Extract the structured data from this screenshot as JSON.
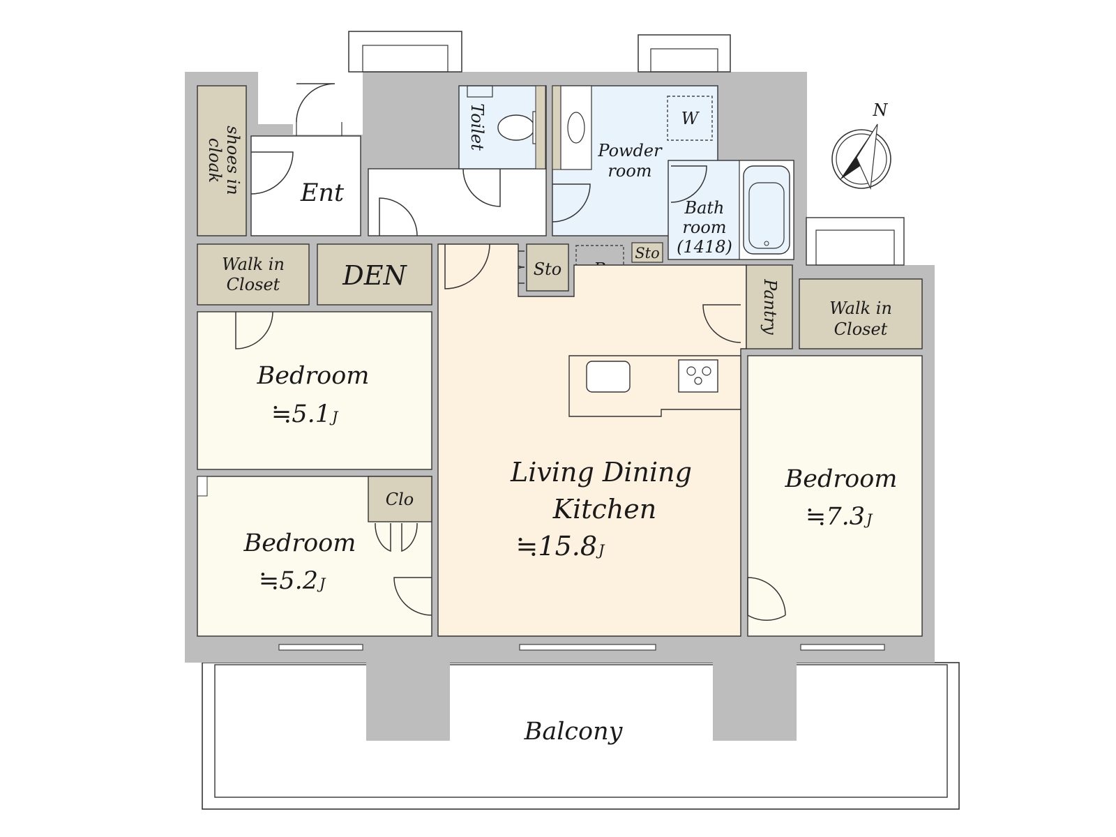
{
  "compass": {
    "north_label": "N"
  },
  "rooms": {
    "shoes_cloak": {
      "label_line1": "shoes in",
      "label_line2": "cloak"
    },
    "entrance": {
      "label": "Ent"
    },
    "toilet": {
      "label": "Toilet"
    },
    "powder_room": {
      "label_line1": "Powder",
      "label_line2": "room"
    },
    "washer": {
      "label": "W"
    },
    "bathroom": {
      "label_line1": "Bath",
      "label_line2": "room",
      "label_line3": "(1418)"
    },
    "storage_bath": {
      "label": "Sto"
    },
    "storage_hall": {
      "label": "Sto"
    },
    "refrigerator": {
      "label": "R"
    },
    "walk_in_closet_west": {
      "label_line1": "Walk in",
      "label_line2": "Closet"
    },
    "den": {
      "label": "DEN"
    },
    "pantry": {
      "label": "Pantry"
    },
    "walk_in_closet_east": {
      "label_line1": "Walk in",
      "label_line2": "Closet"
    },
    "bedroom_north": {
      "label": "Bedroom",
      "area": "≒5.1",
      "unit": "J"
    },
    "bedroom_south": {
      "label": "Bedroom",
      "area": "≒5.2",
      "unit": "J"
    },
    "closet": {
      "label": "Clo"
    },
    "ldk": {
      "label_line1": "Living Dining",
      "label_line2": "Kitchen",
      "area": "≒15.8",
      "unit": "J"
    },
    "bedroom_east": {
      "label": "Bedroom",
      "area": "≒7.3",
      "unit": "J"
    },
    "balcony": {
      "label": "Balcony"
    }
  },
  "colors": {
    "wall": "#bdbdbd",
    "storage": "#d8d2bd",
    "wet_area": "#e8f3fb",
    "bedroom": "#fdfbee",
    "ldk": "#fdf1e0",
    "white": "#ffffff"
  }
}
